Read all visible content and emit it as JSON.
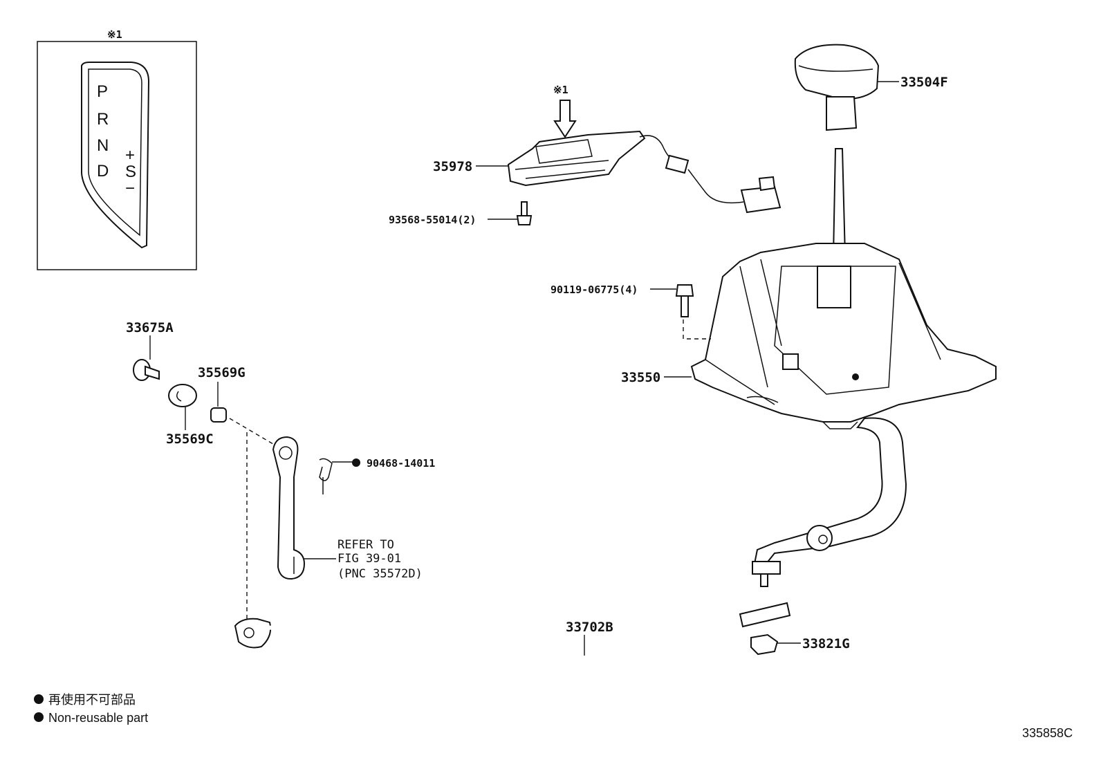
{
  "inset": {
    "note_mark": "※1",
    "gate_letters": [
      "P",
      "R",
      "N",
      "D"
    ],
    "plus": "+",
    "s": "S",
    "minus": "−"
  },
  "labels": {
    "p35978": "35978",
    "p35978_note": "※1",
    "p93568": "93568-55014(2)",
    "p33504F": "33504F",
    "p90119": "90119-06775(4)",
    "p33550": "33550",
    "p33675A": "33675A",
    "p35569G": "35569G",
    "p35569C": "35569C",
    "p90468": "90468-14011",
    "ref_line1": "REFER TO",
    "ref_line2": "FIG 39-01",
    "ref_line3": "(PNC 35572D)",
    "p33702B": "33702B",
    "p33821G": "33821G"
  },
  "legend": {
    "jp": "再使用不可部品",
    "en": "Non-reusable part"
  },
  "figure_code": "335858C"
}
